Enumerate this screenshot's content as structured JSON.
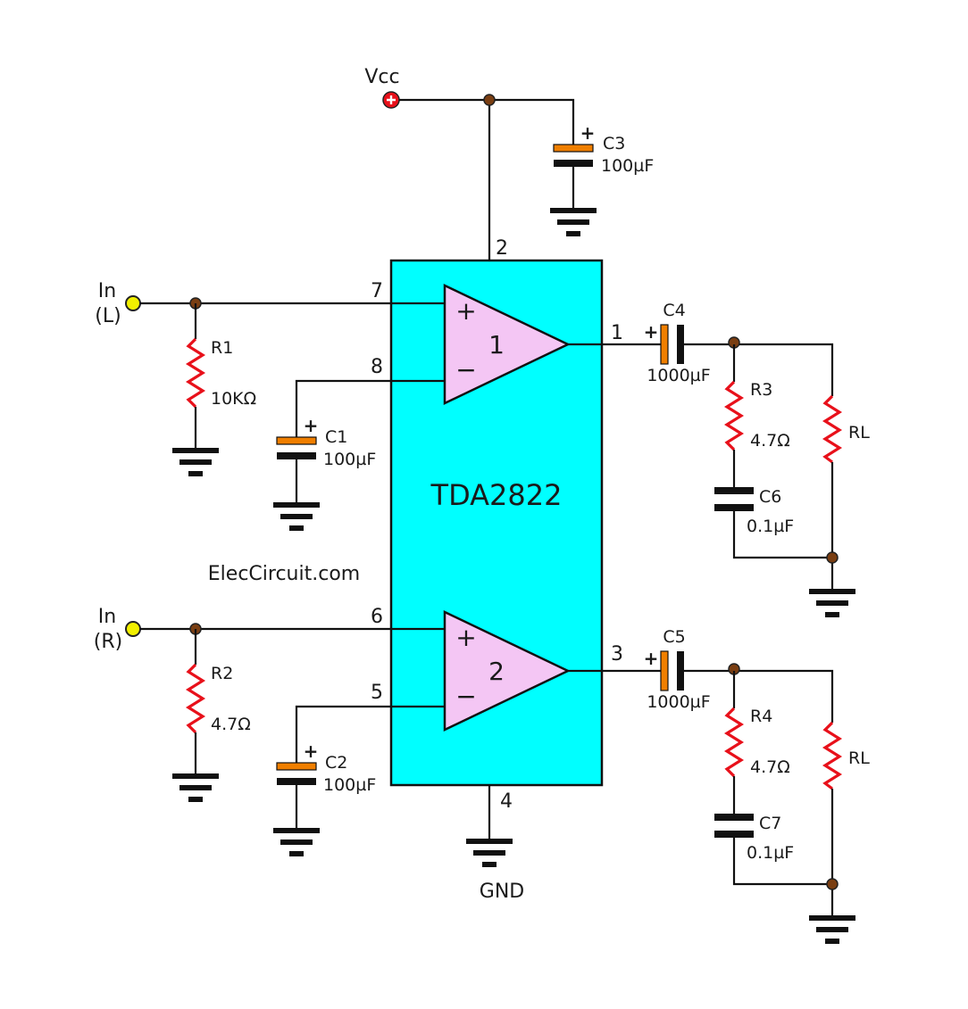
{
  "title": "",
  "watermark": "ElecCircuit.com",
  "ic": {
    "name": "TDA2822",
    "amp1": "1",
    "amp2": "2",
    "pins": [
      "1",
      "2",
      "3",
      "4",
      "5",
      "6",
      "7",
      "8"
    ],
    "gnd": "GND"
  },
  "supply": {
    "label": "Vcc"
  },
  "inputs": {
    "left": [
      "In",
      "(L)"
    ],
    "right": [
      "In",
      "(R)"
    ]
  },
  "components": {
    "C1": {
      "name": "C1",
      "value": "100µF"
    },
    "C2": {
      "name": "C2",
      "value": "100µF"
    },
    "C3": {
      "name": "C3",
      "value": "100µF"
    },
    "C4": {
      "name": "C4",
      "value": "1000µF"
    },
    "C5": {
      "name": "C5",
      "value": "1000µF"
    },
    "C6": {
      "name": "C6",
      "value": "0.1µF"
    },
    "C7": {
      "name": "C7",
      "value": "0.1µF"
    },
    "R1": {
      "name": "R1",
      "value": "10KΩ"
    },
    "R2": {
      "name": "R2",
      "value": "4.7Ω"
    },
    "R3": {
      "name": "R3",
      "value": "4.7Ω"
    },
    "R4": {
      "name": "R4",
      "value": "4.7Ω"
    },
    "RL1": {
      "name": "RL"
    },
    "RL2": {
      "name": "RL"
    }
  },
  "symbols": {
    "plus": "+",
    "minus": "−",
    "cap_plus": "+"
  },
  "colors": {
    "ic_body": "#00ffff",
    "amp_fill": "#f4c6f4",
    "resistor": "#e8101a",
    "cap_positive_plate": "#f07f00",
    "junction": "#7a3e12",
    "input_jack": "#f2f000",
    "vcc_terminal": "#e8101a"
  }
}
